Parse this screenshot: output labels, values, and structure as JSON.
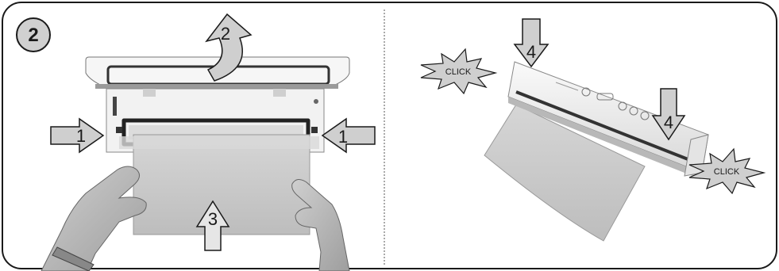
{
  "step_badge": "2",
  "left_panel": {
    "arrow_labels": {
      "open_lid": "2",
      "side_left": "1",
      "side_right": "1",
      "insert_bag": "3"
    }
  },
  "right_panel": {
    "arrow_labels": {
      "press_left": "4",
      "press_right": "4"
    },
    "click_labels": {
      "left": "CLICK",
      "right": "CLICK"
    }
  },
  "colors": {
    "frame": "#1a1a1a",
    "arrow_fill": "#cfcfcf",
    "bag_fill": "#c9c9c9",
    "device_body": "#f4f4f4",
    "skin": "#bdbdbd"
  }
}
